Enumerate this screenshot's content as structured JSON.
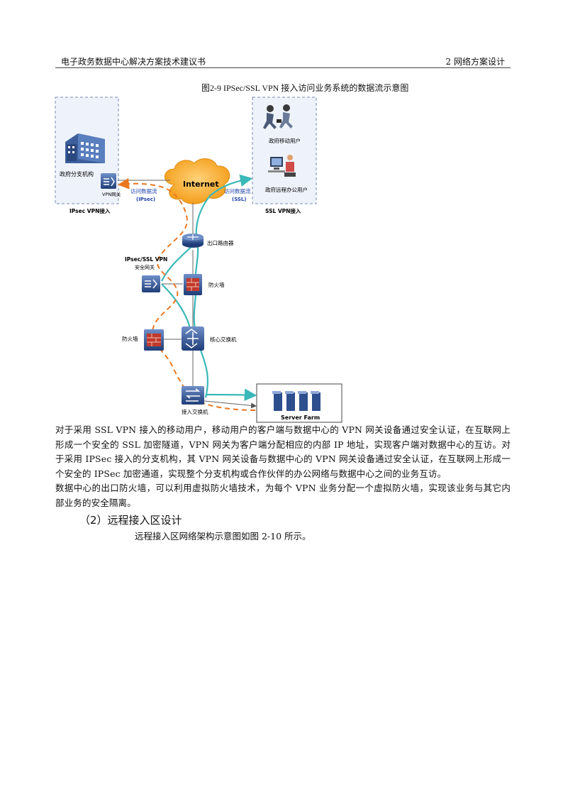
{
  "header": {
    "left": "电子政务数据中心解决方案技术建议书",
    "right": "2 网络方案设计"
  },
  "figure": {
    "title": "图2-9 IPSec/SSL VPN 接入访问业务系统的数据流示意图",
    "labels": {
      "branch_org": "政府分支机构",
      "vpn_gateway": "VPN网关",
      "ipsec_access": "IPsec VPN接入",
      "internet": "Internet",
      "flow_ipsec_1": "访问数据流",
      "flow_ipsec_2": "(IPsec)",
      "flow_ssl_1": "访问数据流",
      "flow_ssl_2": "(SSL)",
      "mobile_user": "政府移动用户",
      "remote_user": "政府远程办公用户",
      "ssl_access": "SSL VPN接入",
      "egress_router": "出口路由器",
      "vpn_sec_gw_1": "IPsec/SSL VPN",
      "vpn_sec_gw_2": "安全网关",
      "firewall_top": "防火墙",
      "firewall_left": "防火墙",
      "core_switch": "核心交换机",
      "access_switch": "接入交换机",
      "server_farm": "Server Farm"
    }
  },
  "body": {
    "p1": "对于采用 SSL VPN 接入的移动用户，移动用户的客户端与数据中心的 VPN 网关设备通过安全认证，在互联网上形成一个安全的 SSL 加密隧道，VPN 网关为客户端分配相应的内部 IP 地址，实现客户端对数据中心的互访。对于采用 IPSec 接入的分支机构，其 VPN 网关设备与数据中心的 VPN 网关设备通过安全认证，在互联网上形成一个安全的 IPSec 加密通道，实现整个分支机构或合作伙伴的办公网络与数据中心之间的业务互访。",
    "p2": "数据中心的出口防火墙，可以利用虚拟防火墙技术，为每个 VPN 业务分配一个虚拟防火墙，实现该业务与其它内部业务的安全隔离。",
    "heading": "（2）远程接入区设计",
    "ref": "远程接入区网络架构示意图如图 2-10 所示。"
  },
  "colors": {
    "ipsec_flow": "#e87722",
    "ssl_flow": "#3bb8b8",
    "cloud": "#f6a21c",
    "device_blue": "#2d4f8e"
  }
}
